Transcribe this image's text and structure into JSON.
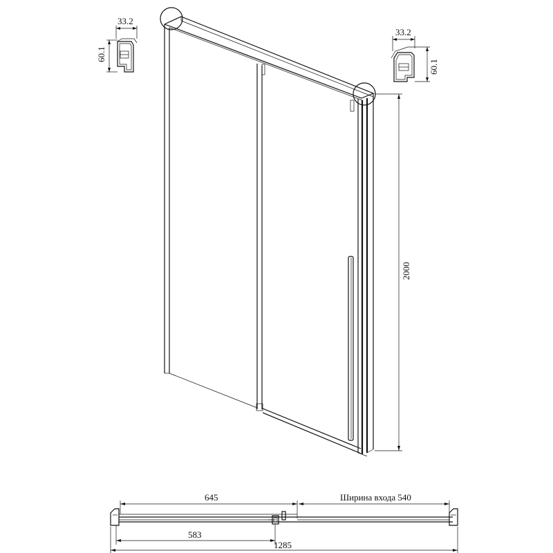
{
  "left_profile": {
    "width_label": "33.2",
    "height_label": "60.1"
  },
  "right_profile": {
    "width_label": "33.2",
    "height_label": "60.1"
  },
  "height_dimension": {
    "label": "2000"
  },
  "plan_view": {
    "fixed_panel_label": "645",
    "entrance_label": "Ширина входа 540",
    "door_label": "583",
    "total_label": "1285"
  },
  "colors": {
    "line": "#111111",
    "background": "#ffffff"
  }
}
